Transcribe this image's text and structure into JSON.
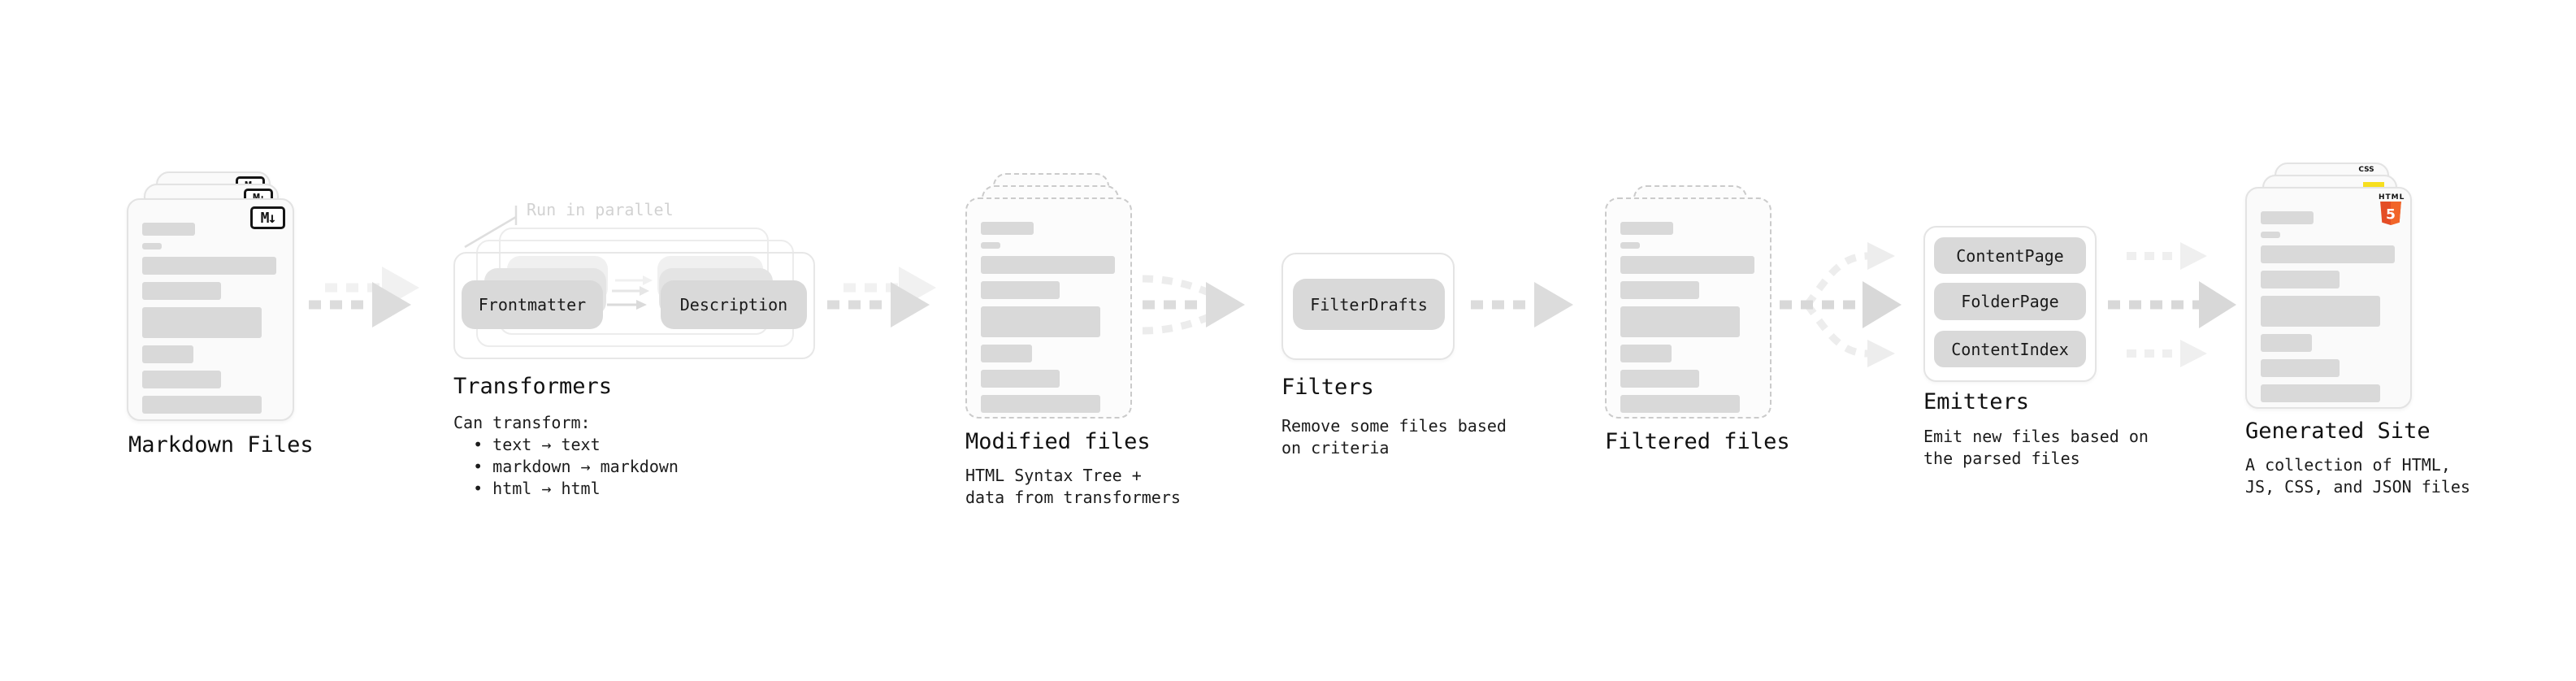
{
  "stages": [
    {
      "id": "markdown-files",
      "label": "Markdown Files",
      "file_icon": "M↓"
    },
    {
      "id": "transformers",
      "label": "Transformers",
      "note": "Run in parallel",
      "buttons": [
        "Frontmatter",
        "Description"
      ],
      "caption_lines": [
        "Can transform:",
        "  • text → text",
        "  • markdown → markdown",
        "  • html → html"
      ]
    },
    {
      "id": "modified-files",
      "label": "Modified files",
      "caption_lines": [
        "HTML Syntax Tree +",
        "data from transformers"
      ]
    },
    {
      "id": "filters",
      "label": "Filters",
      "buttons": [
        "FilterDrafts"
      ],
      "caption_lines": [
        "Remove some files based",
        "on criteria"
      ]
    },
    {
      "id": "filtered-files",
      "label": "Filtered files"
    },
    {
      "id": "emitters",
      "label": "Emitters",
      "buttons": [
        "ContentPage",
        "FolderPage",
        "ContentIndex"
      ],
      "caption_lines": [
        "Emit new files based on",
        "the parsed files"
      ]
    },
    {
      "id": "generated-site",
      "label": "Generated Site",
      "caption_lines": [
        "A collection of HTML,",
        "JS, CSS, and JSON files"
      ],
      "icons": {
        "html_text": "HTML",
        "html_number": "5",
        "css_text": "CSS"
      }
    }
  ],
  "colors": {
    "html5_orange": "#e44d26",
    "html5_orange_light": "#f16529",
    "js_yellow": "#f7df1e",
    "css_blue": "#2965f1",
    "placeholder_gray": "#d9d9d9",
    "arrow_gray": "#dcdcdc"
  }
}
